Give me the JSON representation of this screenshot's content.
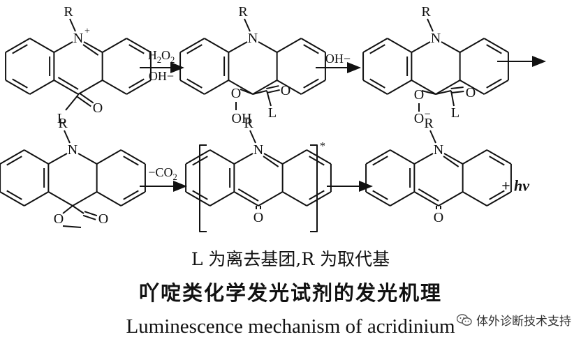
{
  "scheme": {
    "labels": {
      "R": "R",
      "N": "N",
      "N_plus": "+",
      "O": "O",
      "L": "L",
      "OH": "OH",
      "O_minus": "−"
    },
    "conditions": {
      "step1_top": "H2O2",
      "step1_bottom": "OH−",
      "step2_top": "OH−",
      "step4_top": "−CO2"
    },
    "excited_mark": "*",
    "product_extra": "+ hν"
  },
  "caption": {
    "note": "L 为离去基团,R 为取代基",
    "title_cn": "吖啶类化学发光试剂的发光机理",
    "title_en": "Luminescence mechanism of acridinium"
  },
  "watermark": {
    "text": "体外诊断技术支持",
    "icon": "wechat-icon"
  }
}
